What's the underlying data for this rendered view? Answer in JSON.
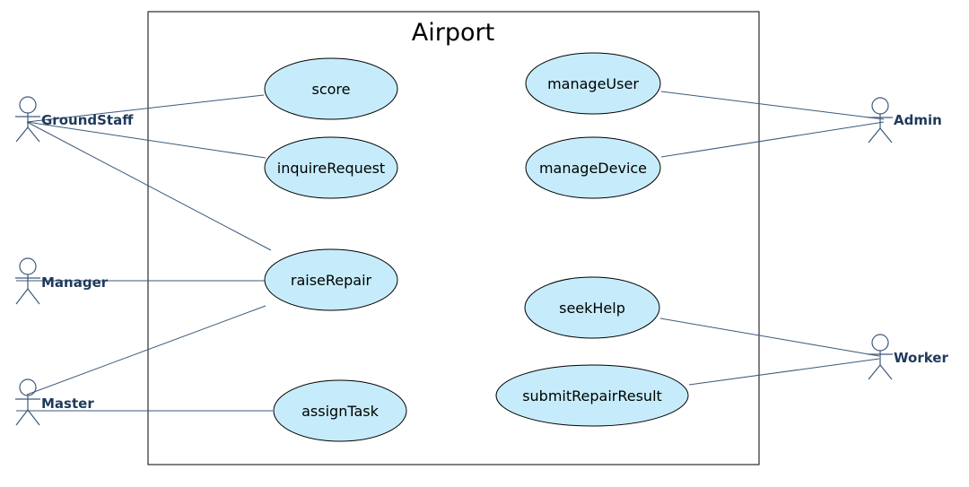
{
  "system": {
    "title": "Airport"
  },
  "actors": [
    {
      "id": "groundstaff",
      "label": "GroundStaff"
    },
    {
      "id": "manager",
      "label": "Manager"
    },
    {
      "id": "master",
      "label": "Master"
    },
    {
      "id": "admin",
      "label": "Admin"
    },
    {
      "id": "worker",
      "label": "Worker"
    }
  ],
  "use_cases": [
    {
      "id": "score",
      "label": "score"
    },
    {
      "id": "inquireRequest",
      "label": "inquireRequest"
    },
    {
      "id": "raiseRepair",
      "label": "raiseRepair"
    },
    {
      "id": "assignTask",
      "label": "assignTask"
    },
    {
      "id": "manageUser",
      "label": "manageUser"
    },
    {
      "id": "manageDevice",
      "label": "manageDevice"
    },
    {
      "id": "seekHelp",
      "label": "seekHelp"
    },
    {
      "id": "submitRepairResult",
      "label": "submitRepairResult"
    }
  ],
  "associations": [
    {
      "from": "groundstaff",
      "to": "score"
    },
    {
      "from": "groundstaff",
      "to": "inquireRequest"
    },
    {
      "from": "groundstaff",
      "to": "raiseRepair"
    },
    {
      "from": "manager",
      "to": "raiseRepair"
    },
    {
      "from": "master",
      "to": "raiseRepair"
    },
    {
      "from": "master",
      "to": "assignTask"
    },
    {
      "from": "admin",
      "to": "manageUser"
    },
    {
      "from": "admin",
      "to": "manageDevice"
    },
    {
      "from": "worker",
      "to": "seekHelp"
    },
    {
      "from": "worker",
      "to": "submitRepairResult"
    }
  ],
  "colors": {
    "use_case_fill": "#c6ecfb",
    "stroke": "#000000",
    "line": "#3d5a7a",
    "actor_stroke": "#3d5a7a"
  }
}
